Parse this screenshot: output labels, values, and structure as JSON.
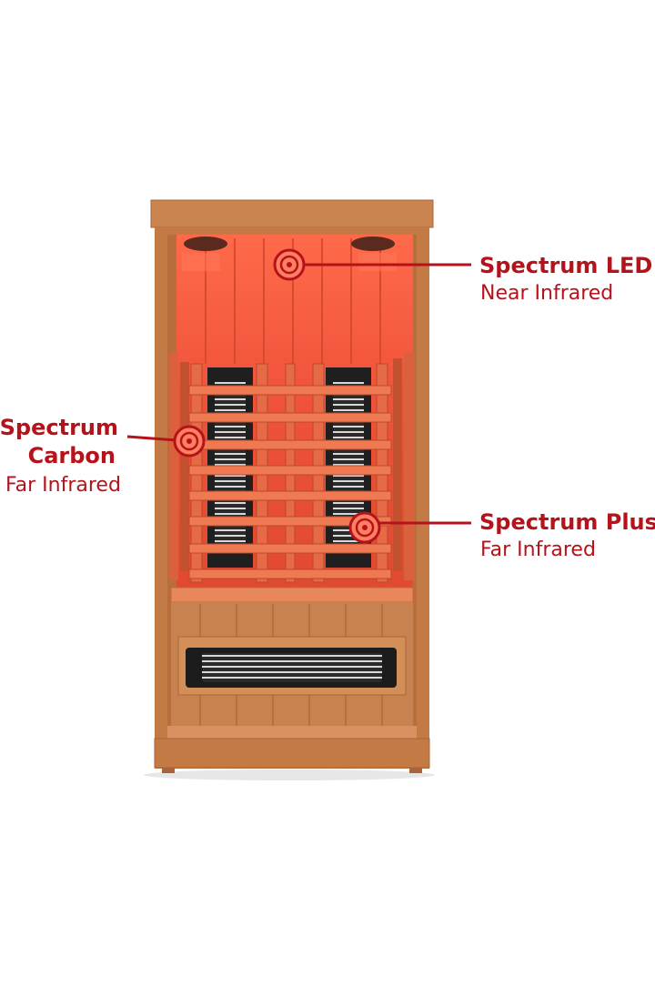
{
  "colors": {
    "accent": "#b5121b",
    "wood": "#c47a45",
    "wood_dark": "#a45f30",
    "glow": "#f0533a"
  },
  "callouts": {
    "led": {
      "title": "Spectrum LED",
      "subtitle": "Near Infrared",
      "icon": "target-marker-icon"
    },
    "carbon": {
      "title_line1": "Spectrum",
      "title_line2": "Carbon",
      "subtitle": "Far Infrared",
      "icon": "target-marker-icon"
    },
    "plus": {
      "title": "Spectrum Plus",
      "title_suffix": "T",
      "subtitle": "Far Infrared",
      "icon": "target-marker-icon"
    }
  }
}
